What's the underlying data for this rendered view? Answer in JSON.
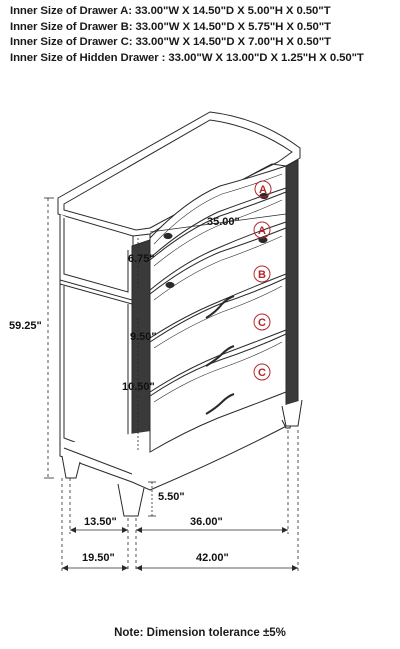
{
  "specs": [
    "Inner Size of Drawer A: 33.00\"W X 14.50\"D X 5.00\"H X 0.50\"T",
    "Inner Size of Drawer B: 33.00\"W X 14.50\"D X 5.75\"H X 0.50\"T",
    "Inner Size of Drawer C: 33.00\"W X 14.50\"D X 7.00\"H X 0.50\"T",
    "Inner Size of Hidden Drawer : 33.00\"W X 13.00\"D X 1.25\"H X 0.50\"T"
  ],
  "dimensions": {
    "overall_height": "59.25\"",
    "drawer_width": "35.00\"",
    "top_drawer_height": "6.75\"",
    "middle_drawer_height": "9.50\"",
    "bottom_drawer_height": "10.50\"",
    "leg_height": "5.50\"",
    "inner_depth": "13.50\"",
    "inner_width": "36.00\"",
    "overall_depth": "19.50\"",
    "overall_width": "42.00\""
  },
  "drawer_labels": [
    "A",
    "A",
    "B",
    "C",
    "C"
  ],
  "note": "Note: Dimension tolerance ±5%",
  "colors": {
    "label_red": "#b3262b",
    "line": "#2a2a2a",
    "dark_panel": "#3a3a3a"
  }
}
